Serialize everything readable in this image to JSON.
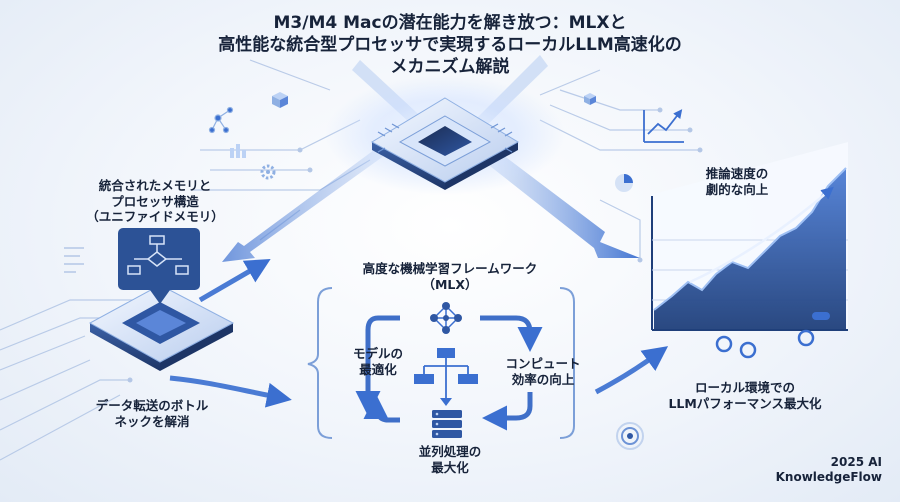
{
  "title": {
    "line1": "M3/M4 Macの潜在能力を解き放つ：MLXと",
    "line2": "高性能な統合型プロセッサで実現するローカルLLM高速化の",
    "line3": "メカニズム解説"
  },
  "labels": {
    "unified_memory": [
      "統合されたメモリと",
      "プロセッサ構造",
      "（ユニファイドメモリ）"
    ],
    "bottleneck": [
      "データ転送のボトル",
      "ネックを解消"
    ],
    "mlx_framework": [
      "高度な機械学習フレームワーク",
      "（MLX）"
    ],
    "model_opt": [
      "モデルの",
      "最適化"
    ],
    "compute": [
      "コンピュート",
      "効率の向上"
    ],
    "parallel": [
      "並列処理の",
      "最大化"
    ],
    "inference_speed": [
      "推論速度の",
      "劇的な向上"
    ],
    "local_perf": [
      "ローカル環境での",
      "LLMパフォーマンス最大化"
    ]
  },
  "credit": [
    "2025 AI",
    "KnowledgeFlow"
  ],
  "colors": {
    "accent": "#3b6fd0",
    "dark_blue": "#1f3f7a",
    "chip_light": "#c8d8f2",
    "chip_dark": "#2a4a86",
    "text": "#17233a"
  },
  "icons": [
    "processor-chip-icon",
    "unified-memory-chip-icon",
    "flowchart-icon",
    "neural-network-icon",
    "hierarchy-icon",
    "server-stack-icon",
    "trend-chart-icon",
    "gear-icon",
    "target-icon",
    "pie-chart-icon"
  ]
}
